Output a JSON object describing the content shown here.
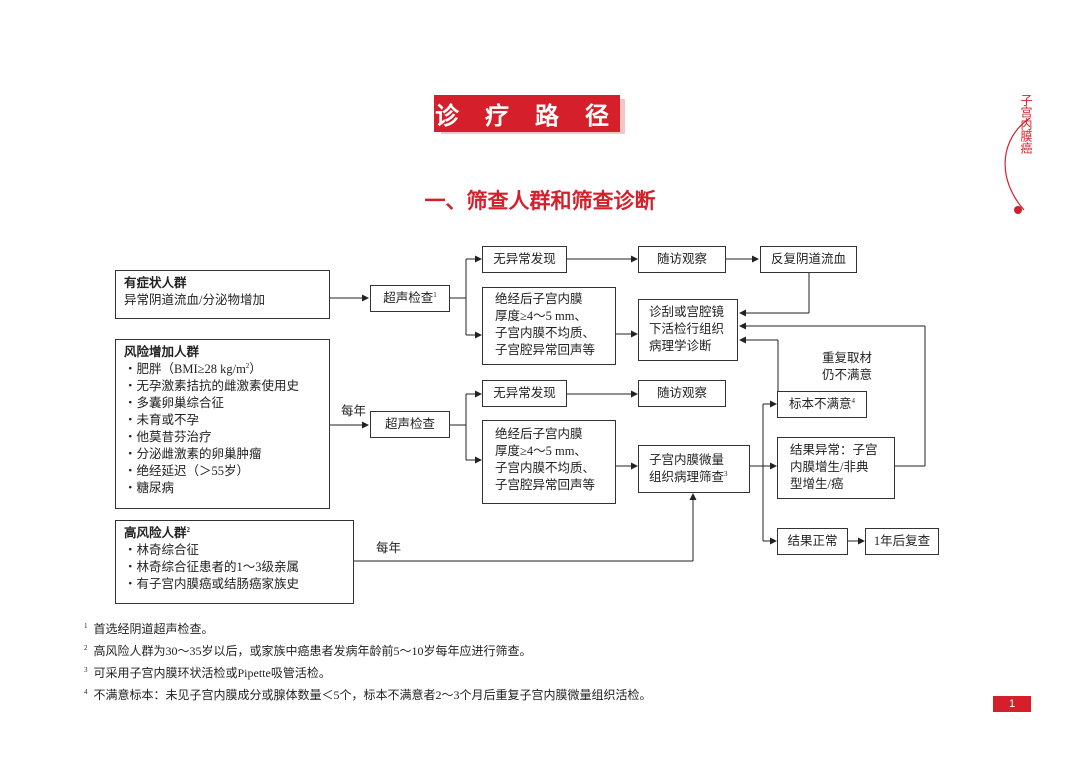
{
  "header": {
    "title": "诊 疗 路 径",
    "section": "一、筛查人群和筛查诊断",
    "side_label": "子宫内膜癌",
    "accent_color": "#d51f2a"
  },
  "flow": {
    "symptomatic": {
      "title": "有症状人群",
      "desc": "异常阴道流血/分泌物增加"
    },
    "ultrasound_1": "超声检查",
    "ultrasound_1_sup": "1",
    "no_abnormal_1": "无异常发现",
    "followup_1": "随访观察",
    "repeated_bleeding": "反复阴道流血",
    "postmeno_1": [
      "绝经后子宫内膜",
      "厚度≥4～5 mm、",
      "子宫内膜不均质、",
      "子宫腔异常回声等"
    ],
    "curettage": [
      "诊刮或宫腔镜",
      "下活检行组织",
      "病理学诊断"
    ],
    "increased_risk": {
      "title": "风险增加人群",
      "items": [
        "・肥胖（BMI≥28 kg/m",
        "・无孕激素拮抗的雌激素使用史",
        "・多囊卵巢综合征",
        "・未育或不孕",
        "・他莫昔芬治疗",
        "・分泌雌激素的卵巢肿瘤",
        "・绝经延迟（＞55岁）",
        "・糖尿病"
      ],
      "bmi_unit_sup": "2",
      "bmi_close": "）"
    },
    "yearly_1": "每年",
    "ultrasound_2": "超声检查",
    "no_abnormal_2": "无异常发现",
    "followup_2": "随访观察",
    "repeat_sampling": [
      "重复取材",
      "仍不满意"
    ],
    "unsatisfactory": "标本不满意",
    "unsatisfactory_sup": "4",
    "postmeno_2": [
      "绝经后子宫内膜",
      "厚度≥4～5 mm、",
      "子宫内膜不均质、",
      "子宫腔异常回声等"
    ],
    "micro_screen": [
      "子宫内膜微量",
      "组织病理筛查"
    ],
    "micro_screen_sup": "3",
    "abnormal_result": [
      "结果异常：子宫",
      "内膜增生/非典",
      "型增生/癌"
    ],
    "high_risk": {
      "title": "高风险人群",
      "title_sup": "2",
      "items": [
        "・林奇综合征",
        "・林奇综合征患者的1～3级亲属",
        "・有子宫内膜癌或结肠癌家族史"
      ]
    },
    "yearly_2": "每年",
    "normal_result": "结果正常",
    "recheck": "1年后复查"
  },
  "footnotes": [
    {
      "num": "1",
      "text": "首选经阴道超声检查。"
    },
    {
      "num": "2",
      "text": "高风险人群为30～35岁以后，或家族中癌患者发病年龄前5～10岁每年应进行筛查。"
    },
    {
      "num": "3",
      "text": "可采用子宫内膜环状活检或Pipette吸管活检。"
    },
    {
      "num": "4",
      "text": "不满意标本：未见子宫内膜成分或腺体数量＜5个，标本不满意者2～3个月后重复子宫内膜微量组织活检。"
    }
  ],
  "page_number": "1"
}
